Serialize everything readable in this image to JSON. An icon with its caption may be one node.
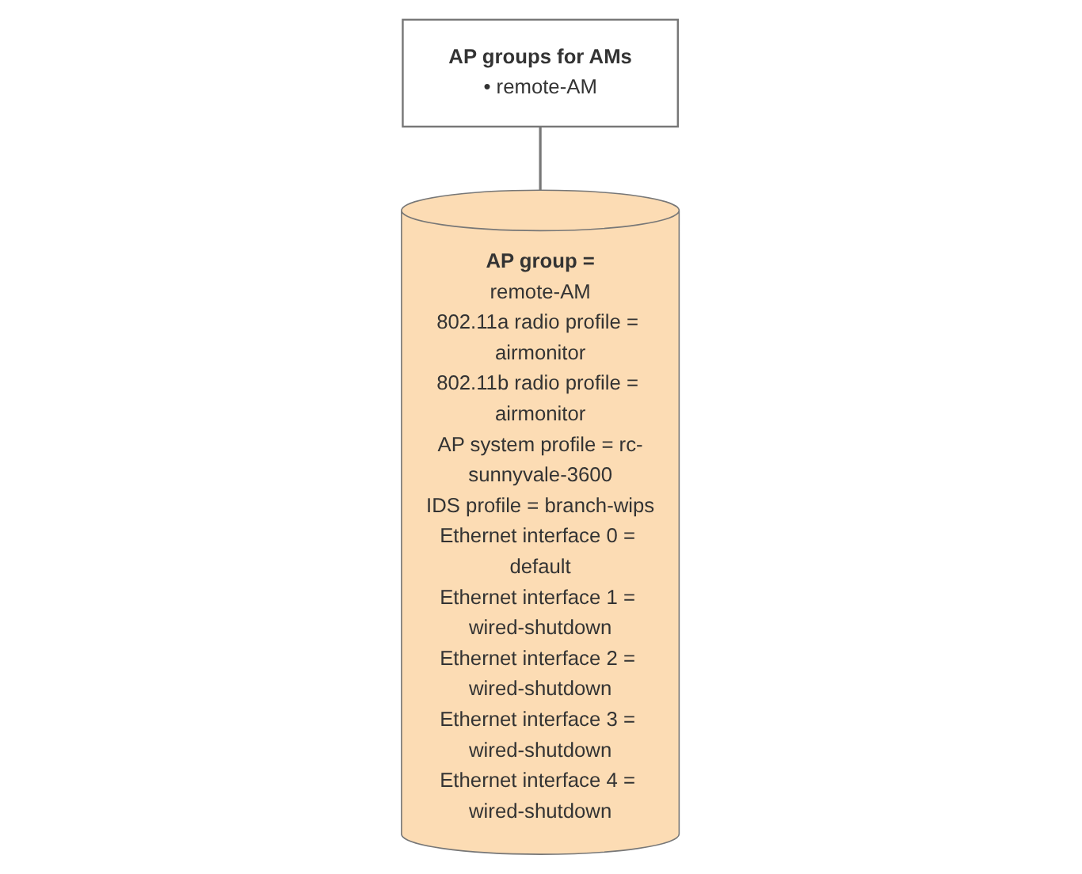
{
  "diagram": {
    "nodes": [
      {
        "text": [
          "AP groups for AMs",
          "• remote-AM"
        ]
      },
      {
        "text": [
          "AP group =",
          "remote-AM",
          "802.11a radio profile = airmonitor",
          "802.11b radio profile = airmonitor",
          "AP system profile = rc-sunnyvale-3600",
          "IDS profile = branch-wips",
          "Ethernet interface 0 = default",
          "Ethernet interface 1 = wired-shutdown",
          "Ethernet interface 2 = wired-shutdown",
          "Ethernet interface 3 = wired-shutdown",
          "Ethernet interface 4 = wired-shutdown"
        ]
      }
    ],
    "edges": [
      {
        "from": 0,
        "to": 1,
        "arrow": "none"
      }
    ]
  }
}
